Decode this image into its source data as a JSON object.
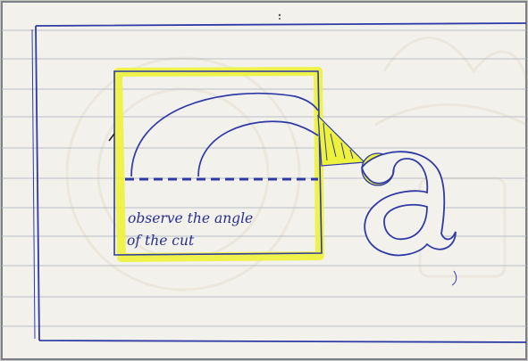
{
  "sketch": {
    "note_line_1": "observe the angle",
    "note_line_2": "of the cut",
    "letter": "a"
  },
  "colors": {
    "paper": "#f3f1ec",
    "rule_line": "#b9bdc6",
    "ink_blue": "#2f3aa6",
    "highlighter": "#eef23a",
    "dark_ink": "#202020",
    "page_border": "#7b7f86"
  },
  "icons": [
    "zoom-lens-icon"
  ]
}
